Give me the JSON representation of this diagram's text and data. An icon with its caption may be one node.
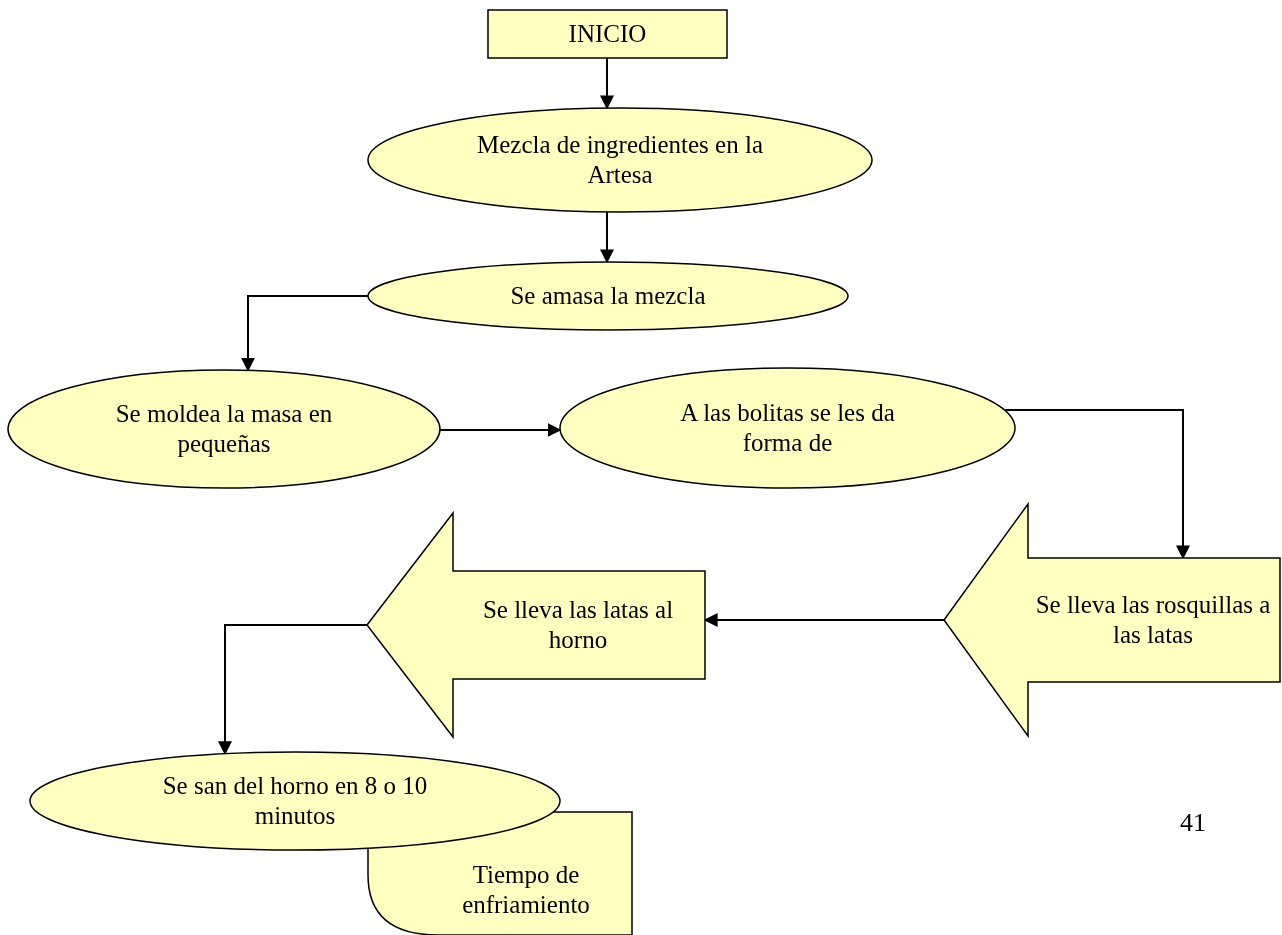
{
  "diagram": {
    "nodes": [
      {
        "text": [
          "INICIO"
        ]
      },
      {
        "text": [
          "Mezcla de ingredientes en la Artesa"
        ]
      },
      {
        "text": [
          "Se amasa la mezcla"
        ]
      },
      {
        "text": [
          "Se moldea la masa en pequeñas"
        ]
      },
      {
        "text": [
          "A las bolitas se les da forma de"
        ]
      },
      {
        "text": [
          "Se lleva las rosquillas a las latas"
        ]
      },
      {
        "text": [
          "Se lleva las latas al horno"
        ]
      },
      {
        "text": [
          "Se san del horno en 8 o 10 minutos"
        ]
      },
      {
        "text": [
          "Tiempo de enfriamiento"
        ]
      }
    ],
    "edges": [
      {
        "from": 0,
        "to": 1,
        "arrow": "to"
      },
      {
        "from": 1,
        "to": 2,
        "arrow": "to"
      },
      {
        "from": 2,
        "to": 3,
        "arrow": "to"
      },
      {
        "from": 3,
        "to": 4,
        "arrow": "to"
      },
      {
        "from": 4,
        "to": 5,
        "arrow": "to"
      },
      {
        "from": 5,
        "to": 6,
        "arrow": "to"
      },
      {
        "from": 6,
        "to": 7,
        "arrow": "to"
      }
    ],
    "labels": [
      "41"
    ]
  }
}
